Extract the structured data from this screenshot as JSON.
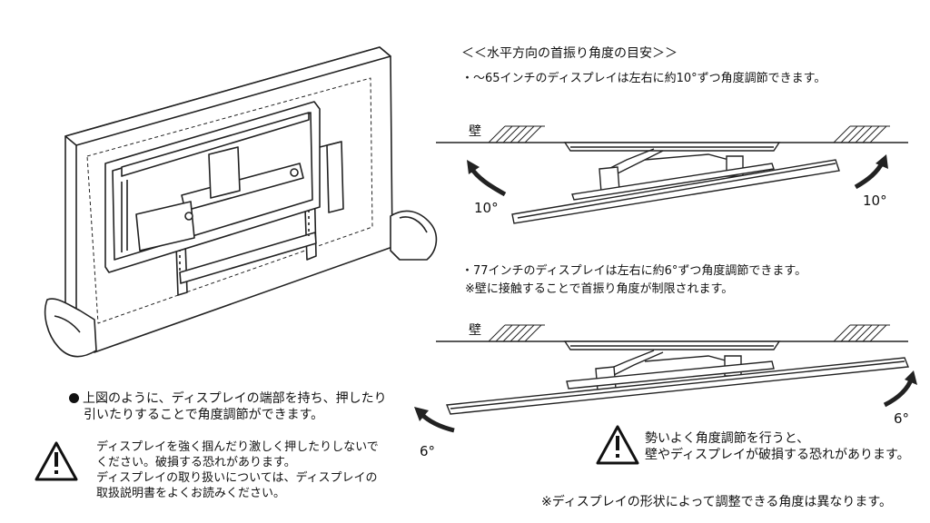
{
  "header": {
    "title": "＜＜水平方向の首振り角度の目安＞＞"
  },
  "section_65": {
    "note": "・～65インチのディスプレイは左右に約10°ずつ角度調節できます。",
    "wall_label": "壁",
    "angle_left": "10°",
    "angle_right": "10°"
  },
  "section_77": {
    "note": "・77インチのディスプレイは左右に約6°ずつ角度調節できます。",
    "sub_note": "※壁に接触することで首振り角度が制限されます。",
    "wall_label": "壁",
    "angle_left": "6°",
    "angle_right": "6°"
  },
  "left_note": {
    "line1": "上図のように、ディスプレイの端部を持ち、押したり",
    "line2": "引いたりすることで角度調節ができます。"
  },
  "warning_left": {
    "line1": "ディスプレイを強く掴んだり激しく押したりしないで",
    "line2": "ください。破損する恐れがあります。",
    "line3": "ディスプレイの取り扱いについては、ディスプレイの",
    "line4": "取扱説明書をよくお読みください。"
  },
  "warning_right": {
    "line1": "勢いよく角度調節を行うと、",
    "line2": "壁やディスプレイが破損する恐れがあります。"
  },
  "footer_note": "※ディスプレイの形状によって調整できる角度は異なります。"
}
